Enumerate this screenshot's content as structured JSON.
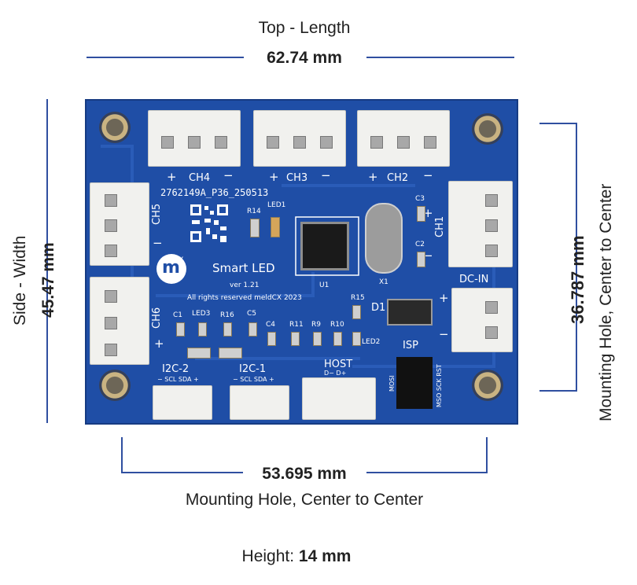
{
  "top": {
    "title": "Top - Length",
    "value": "62.74 mm"
  },
  "side": {
    "title": "Side - Width",
    "value": "45.47 mm"
  },
  "mount_right": {
    "value": "36.787  mm",
    "label": "Mounting Hole, Center to Center"
  },
  "mount_bottom": {
    "value": "53.695 mm",
    "label": "Mounting Hole, Center to Center"
  },
  "height": {
    "label": "Height: ",
    "value": "14 mm"
  },
  "board": {
    "serial": "2762149A_P36_250513",
    "product": "Smart LED",
    "version": "ver 1.21",
    "copyright": "All rights reserved meldCX 2023",
    "logo_text": "m",
    "logo_sup": "cx",
    "channels": {
      "ch1": "CH1",
      "ch2": "CH2",
      "ch3": "CH3",
      "ch4": "CH4",
      "ch5": "CH5",
      "ch6": "CH6"
    },
    "plus": "+",
    "minus": "−",
    "dc_in": "DC-IN",
    "isp": "ISP",
    "host": "HOST",
    "host_pins": "D−  D+",
    "i2c2": "I2C-2",
    "i2c1": "I2C-1",
    "i2c_pins": "−  SCL  SDA  +",
    "isp_left": "MOSI",
    "isp_right": "MSO SCK RST",
    "components": {
      "r14": "R14",
      "led1": "LED1",
      "c3": "C3",
      "c2": "C2",
      "x1": "X1",
      "u1": "U1",
      "r15": "R15",
      "d1": "D1",
      "c1": "C1",
      "led3": "LED3",
      "r16": "R16",
      "c5": "C5",
      "c4": "C4",
      "r11": "R11",
      "r9": "R9",
      "r10": "R10",
      "led2": "LED2"
    }
  }
}
